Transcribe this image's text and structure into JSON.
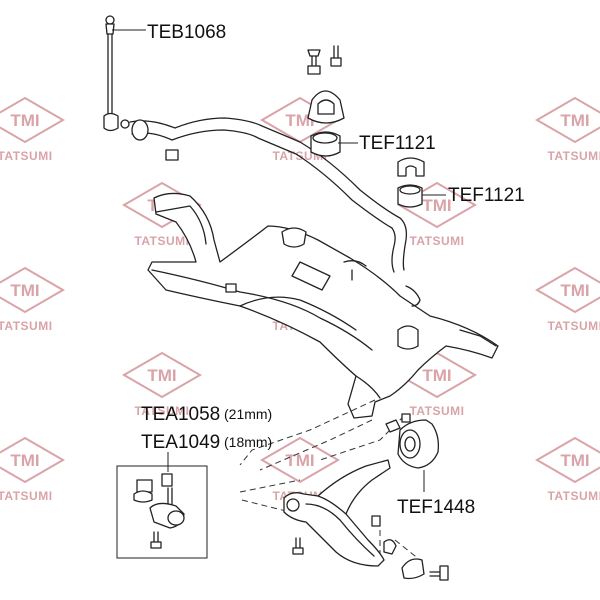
{
  "watermark": {
    "logo_text": "TMI",
    "brand_text": "TATSUMI",
    "color": "#d9a3a8"
  },
  "labels": {
    "teb1068": "TEB1068",
    "tef1121_upper": "TEF1121",
    "tef1121_lower": "TEF1121",
    "tea1058": "TEA1058",
    "tea1058_size": "(21mm)",
    "tea1049": "TEA1049",
    "tea1049_size": "(18mm)",
    "tef1448": "TEF1448"
  }
}
